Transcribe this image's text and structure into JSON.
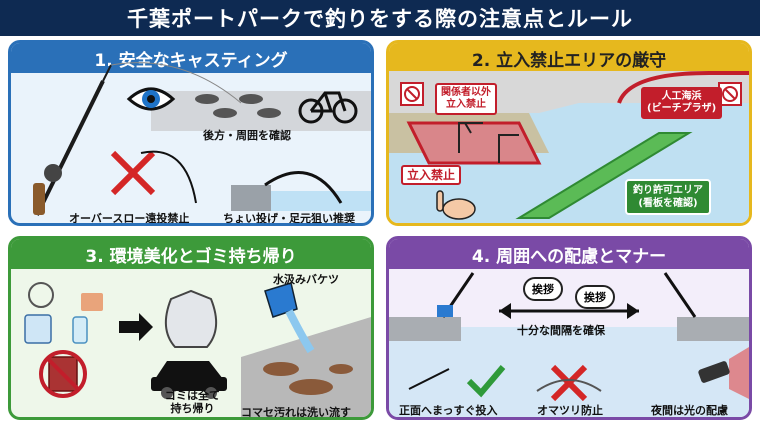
{
  "title": "千葉ポートパークで釣りをする際の注意点とルール",
  "panel1": {
    "heading": "1. 安全なキャスティング",
    "check_behind": "後方・周囲を確認",
    "overhead_banned": "オーバースロー遠投禁止",
    "underhand_ok": "ちょい投げ・足元狙い推奨"
  },
  "panel2": {
    "heading": "2. 立入禁止エリアの厳守",
    "staff_only": "関係者以外\n立入禁止",
    "beach": "人工海浜\n(ビーチプラザ)",
    "no_entry": "立入禁止",
    "permitted_area": "釣り許可エリア\n(看板を確認)"
  },
  "panel3": {
    "heading": "3. 環境美化とゴミ持ち帰り",
    "bucket": "水汲みバケツ",
    "take_home": "ゴミは全て\n持ち帰り",
    "wash_chum": "コマセ汚れは洗い流す"
  },
  "panel4": {
    "heading": "4. 周囲への配慮とマナー",
    "greeting1": "挨拶",
    "greeting2": "挨拶",
    "spacing": "十分な間隔を確保",
    "cast_forward": "正面へまっすぐ投入",
    "no_tangle": "オマツリ防止",
    "night_light": "夜間は光の配慮"
  },
  "colors": {
    "title_bg": "#0e2a52",
    "panel1": "#2a70b8",
    "panel2": "#e6b81e",
    "panel3": "#3d9a3a",
    "panel4": "#7a4aa6",
    "danger": "#c21e2b"
  },
  "icons": [
    "eye-icon",
    "footprints-icon",
    "bicycle-icon",
    "cross-icon",
    "check-icon",
    "no-fishing-icon",
    "pointing-hand-icon",
    "trash-bag-icon",
    "car-icon",
    "flashlight-icon",
    "no-littering-icon"
  ]
}
